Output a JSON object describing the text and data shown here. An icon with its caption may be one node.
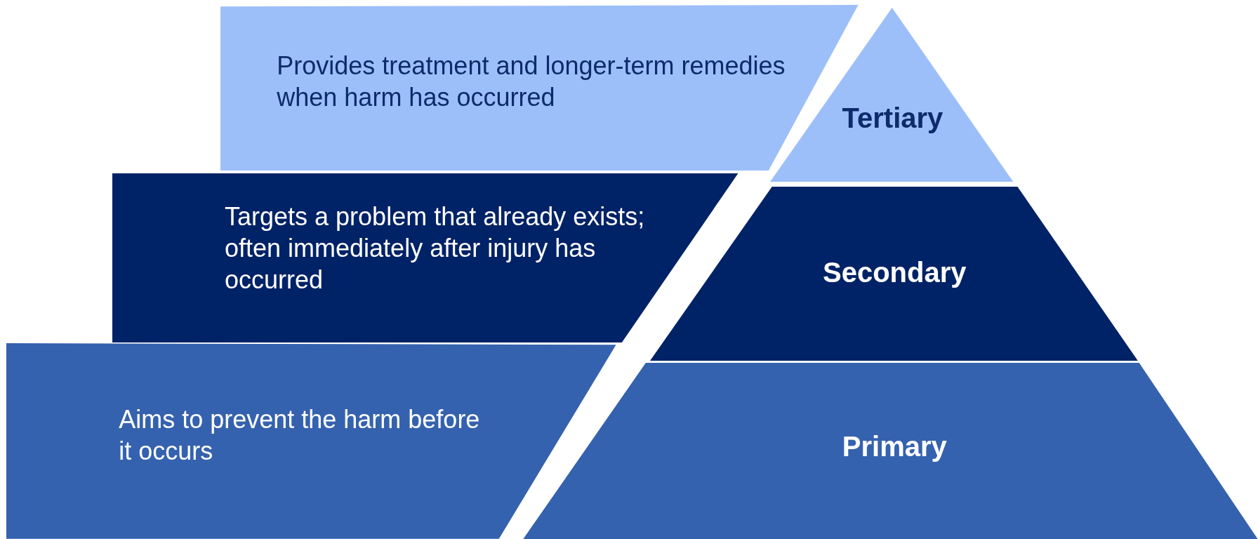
{
  "diagram": {
    "nodes": [
      {
        "text": [
          "Provides treatment and longer-term remedies when harm has occurred"
        ]
      },
      {
        "text": [
          "Tertiary"
        ]
      },
      {
        "text": [
          "Targets a problem that already exists; often immediately after injury has occurred"
        ]
      },
      {
        "text": [
          "Secondary"
        ]
      },
      {
        "text": [
          "Aims to prevent the harm before it occurs"
        ]
      },
      {
        "text": [
          "Primary"
        ]
      }
    ]
  }
}
